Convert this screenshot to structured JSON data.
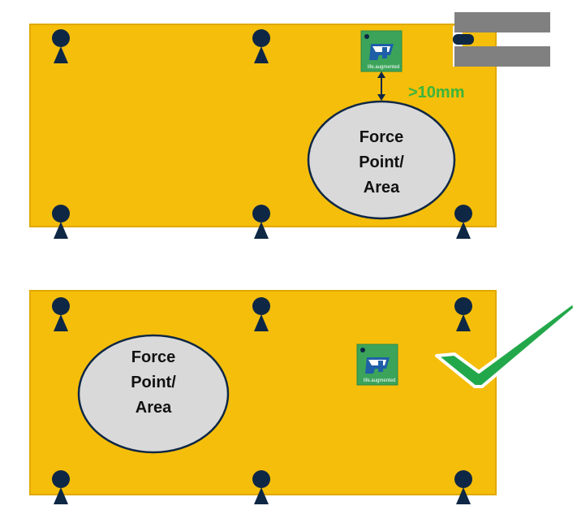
{
  "colors": {
    "board": "#F5BE0B",
    "board_edge": "#E0A800",
    "mount": "#0E2745",
    "force_fill": "#D9D9D9",
    "force_stroke": "#0E2745",
    "chip": "#3BA45A",
    "chip_logo": "#1E5FA8",
    "dimension_text": "#3DB53A",
    "check": "#22A84A",
    "slot": "#808080"
  },
  "top_panel": {
    "force_area_lines": [
      "Force",
      "Point/",
      "Area"
    ],
    "distance_label": ">10mm",
    "chip_icon": "st-logo-chip-icon",
    "slot_icon": "edge-slot-icon"
  },
  "bottom_panel": {
    "force_area_lines": [
      "Force",
      "Point/",
      "Area"
    ],
    "chip_icon": "st-logo-chip-icon",
    "status_icon": "checkmark-icon"
  }
}
